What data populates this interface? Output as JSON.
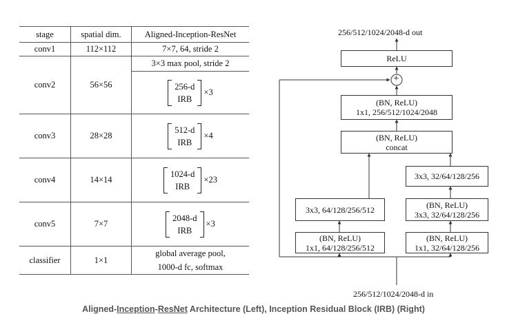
{
  "table": {
    "headers": [
      "stage",
      "spatial dim.",
      "Aligned-Inception-ResNet"
    ],
    "conv1": {
      "stage": "conv1",
      "dim": "112×112",
      "spec": "7×7, 64, stride 2"
    },
    "conv2": {
      "stage": "conv2",
      "dim": "56×56",
      "pool": "3×3 max pool, stride 2",
      "block_top": "256-d",
      "block_bottom": "IRB",
      "mult": "×3"
    },
    "conv3": {
      "stage": "conv3",
      "dim": "28×28",
      "block_top": "512-d",
      "block_bottom": "IRB",
      "mult": "×4"
    },
    "conv4": {
      "stage": "conv4",
      "dim": "14×14",
      "block_top": "1024-d",
      "block_bottom": "IRB",
      "mult": "×23"
    },
    "conv5": {
      "stage": "conv5",
      "dim": "7×7",
      "block_top": "2048-d",
      "block_bottom": "IRB",
      "mult": "×3"
    },
    "classifier": {
      "stage": "classifier",
      "dim": "1×1",
      "line1": "global average pool,",
      "line2": "1000-d fc, softmax"
    }
  },
  "diagram": {
    "output_label": "256/512/1024/2048-d out",
    "input_label": "256/512/1024/2048-d in",
    "relu": "ReLU",
    "add_symbol": "+",
    "final_conv": {
      "line1": "(BN, ReLU)",
      "line2": "1x1, 256/512/1024/2048"
    },
    "concat": {
      "line1": "(BN, ReLU)",
      "line2": "concat"
    },
    "left_branch": {
      "conv3": "3x3, 64/128/256/512",
      "conv1": {
        "line1": "(BN, ReLU)",
        "line2": "1x1, 64/128/256/512"
      }
    },
    "right_branch": {
      "conv3a": "3x3, 32/64/128/256",
      "conv3b": {
        "line1": "(BN, ReLU)",
        "line2": "3x3, 32/64/128/256"
      },
      "conv1": {
        "line1": "(BN, ReLU)",
        "line2": "1x1, 32/64/128/256"
      }
    }
  },
  "caption": {
    "part1": "Aligned-",
    "link1": "Inception",
    "dash": "-",
    "link2": "ResNet",
    "part2": " Architecture (Left), Inception Residual Block (IRB) (Right)"
  }
}
